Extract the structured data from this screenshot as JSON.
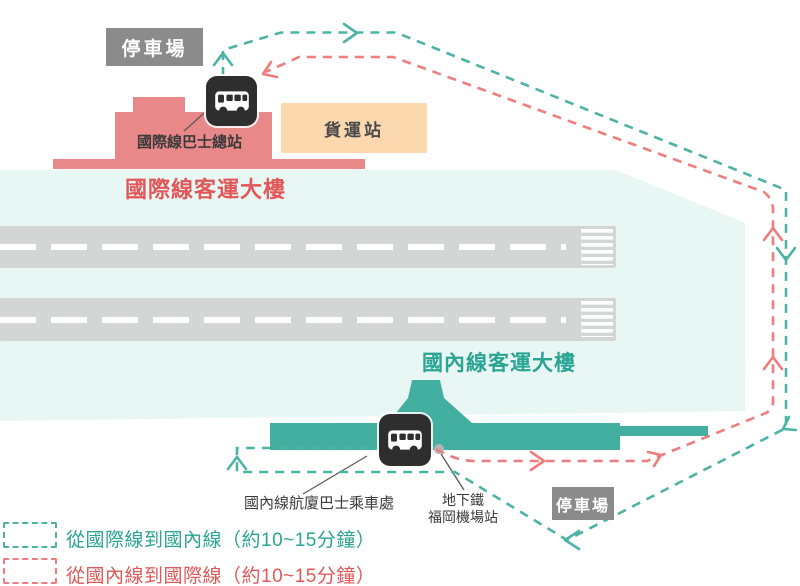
{
  "map": {
    "parking_top": {
      "label": "停車場"
    },
    "parking_bottom": {
      "label": "停車場"
    },
    "cargo_station": {
      "label": "貨運站"
    },
    "international": {
      "terminal_title": "國際線客運大樓",
      "bus_station_label": "國際線巴士總站"
    },
    "domestic": {
      "terminal_title": "國內線客運大樓",
      "bus_stop_label": "國內線航廈巴士乘車處"
    },
    "subway_station": {
      "line1": "地下鐵",
      "line2": "福岡機場站"
    },
    "legend": {
      "items": [
        {
          "label": "從國際線到國內線（約10~15分鐘）",
          "color": "#4DB3A5",
          "route": "international-to-domestic"
        },
        {
          "label": "從國內線到國際線（約10~15分鐘）",
          "color": "#EE7D7D",
          "route": "domestic-to-international"
        }
      ]
    },
    "colors": {
      "route_teal": "#4DB3A5",
      "route_red": "#EE7D7D",
      "terminal_teal": "#43AFA1",
      "terminal_pink": "#E98888",
      "title_teal": "#2AA493",
      "title_red": "#E25757",
      "apron_bg": "#E8F6F4",
      "runway_gray": "#D4D6D5",
      "parking_gray": "#8B8B8B",
      "cargo_bg": "#FBD8AD",
      "bus_icon_bg": "#2E2E2E",
      "subway_dot": "#B3B6B5"
    }
  }
}
